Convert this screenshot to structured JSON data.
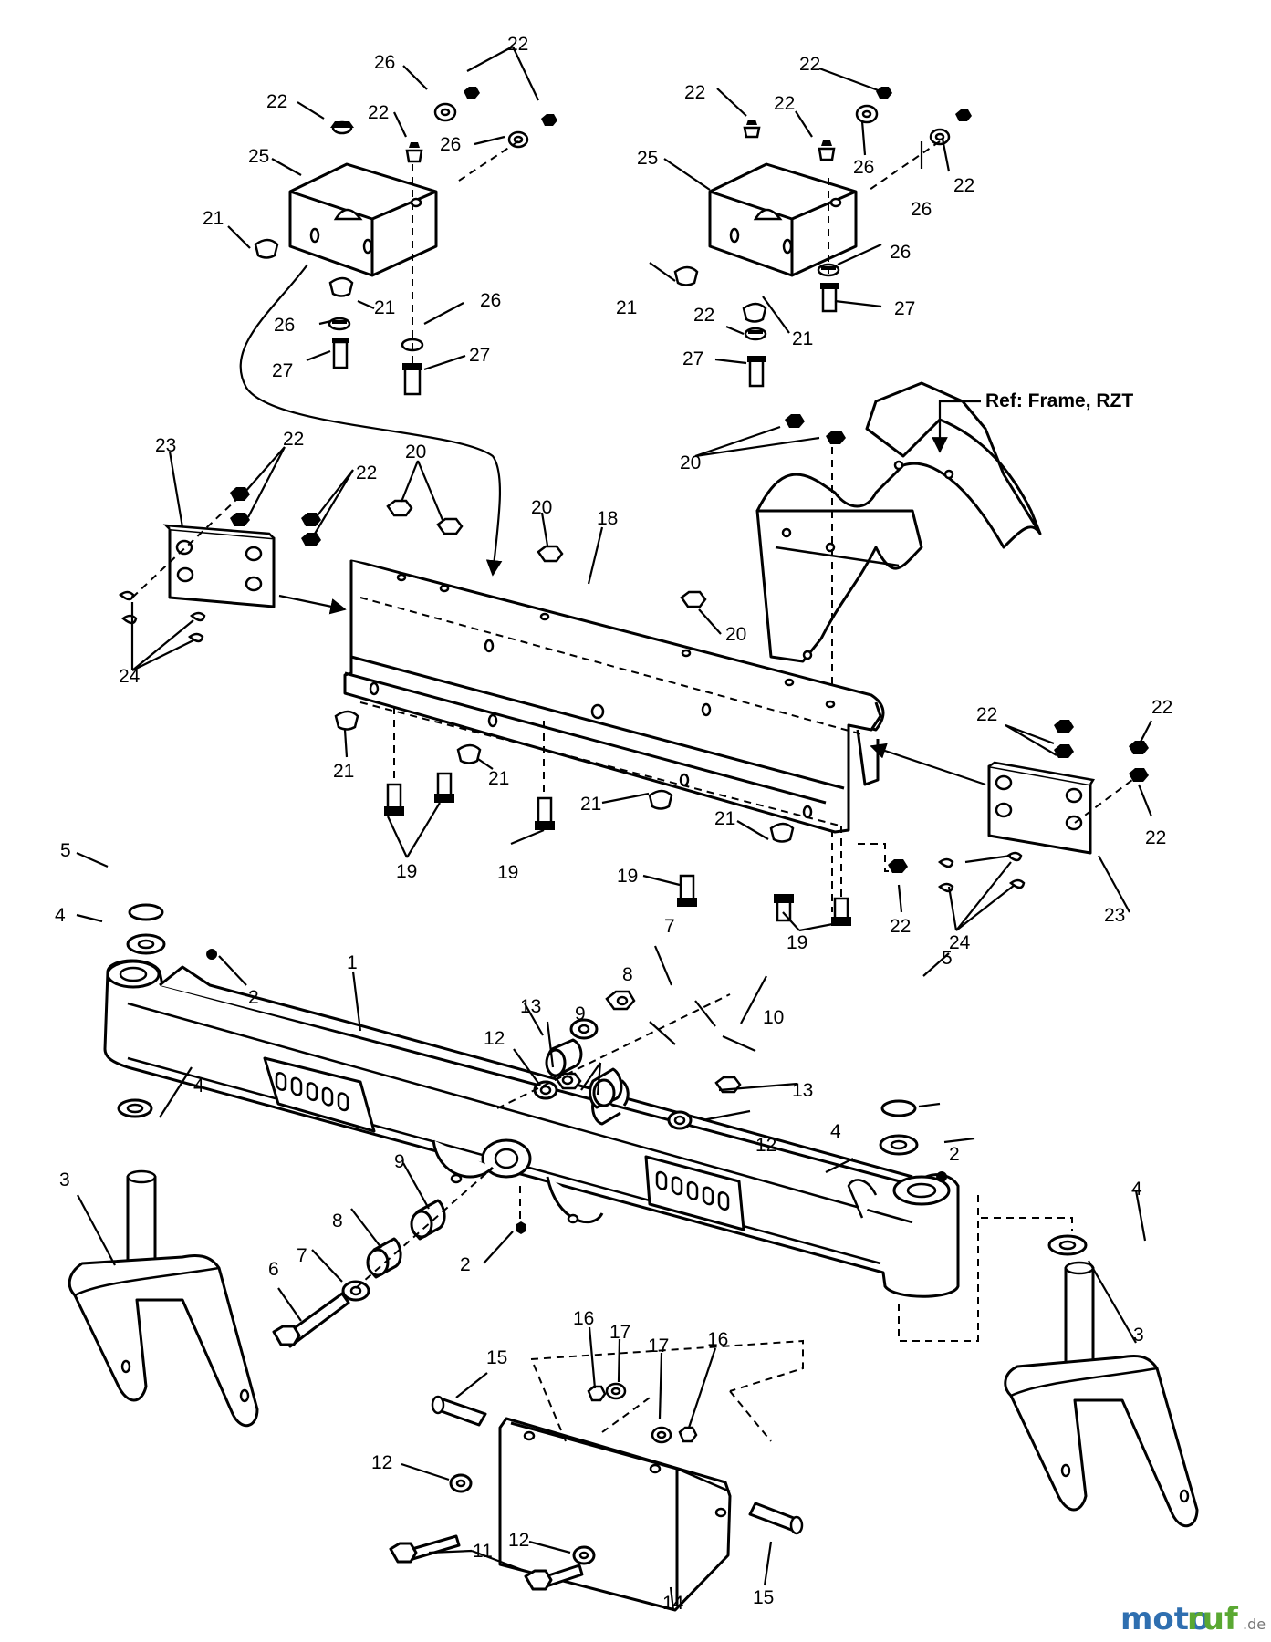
{
  "reference_label": "Ref: Frame, RZT",
  "callouts": {
    "c1": "1",
    "c2a": "2",
    "c2b": "2",
    "c2c": "2",
    "c3a": "3",
    "c3b": "3",
    "c4a": "4",
    "c4b": "4",
    "c4c": "4",
    "c4d": "4",
    "c5a": "5",
    "c5b": "5",
    "c6": "6",
    "c7a": "7",
    "c7b": "7",
    "c8a": "8",
    "c8b": "8",
    "c9a": "9",
    "c9b": "9",
    "c10": "10",
    "c11": "11",
    "c12a": "12",
    "c12b": "12",
    "c12c": "12",
    "c12d": "12",
    "c13a": "13",
    "c13b": "13",
    "c14": "14",
    "c15a": "15",
    "c15b": "15",
    "c16a": "16",
    "c16b": "16",
    "c17a": "17",
    "c17b": "17",
    "c18": "18",
    "c19a": "19",
    "c19b": "19",
    "c19c": "19",
    "c19d": "19",
    "c20a": "20",
    "c20b": "20",
    "c20c": "20",
    "c20d": "20",
    "c21a": "21",
    "c21b": "21",
    "c21c": "21",
    "c21d": "21",
    "c21e": "21",
    "c21f": "21",
    "c21g": "21",
    "c21h": "21",
    "c22a": "22",
    "c22b": "22",
    "c22c": "22",
    "c22d": "22",
    "c22e": "22",
    "c22f": "22",
    "c22g": "22",
    "c22h": "22",
    "c22i": "22",
    "c22j": "22",
    "c22k": "22",
    "c22l": "22",
    "c23a": "23",
    "c23b": "23",
    "c24a": "24",
    "c24b": "24",
    "c25a": "25",
    "c25b": "25",
    "c26a": "26",
    "c26b": "26",
    "c26c": "26",
    "c26d": "26",
    "c26e": "26",
    "c26f": "26",
    "c26g": "26",
    "c27a": "27",
    "c27b": "27",
    "c27c": "27",
    "c27d": "27"
  },
  "watermark": {
    "part1": "moto",
    "part2": "ruf",
    "suffix": ".de"
  }
}
